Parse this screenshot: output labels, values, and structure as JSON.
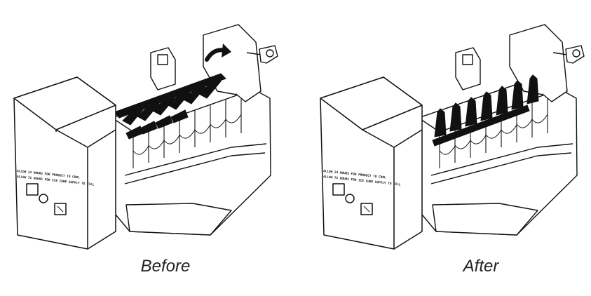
{
  "figure": {
    "panels": [
      {
        "id": "before",
        "caption": "Before",
        "ejector_state": "flat",
        "arrow": "curved-rotation-arrow"
      },
      {
        "id": "after",
        "caption": "After",
        "ejector_state": "upright",
        "arrow": ""
      }
    ],
    "unit_text": {
      "line1": "ALLOW 24 HOURS FOR PRODUCT TO COOL",
      "line2": "ALLOW 72 HOURS FOR ICE CUBE SUPPLY TO FILL"
    },
    "colors": {
      "ink": "#111111",
      "fill": "#ffffff",
      "ejector": "#111111"
    }
  }
}
